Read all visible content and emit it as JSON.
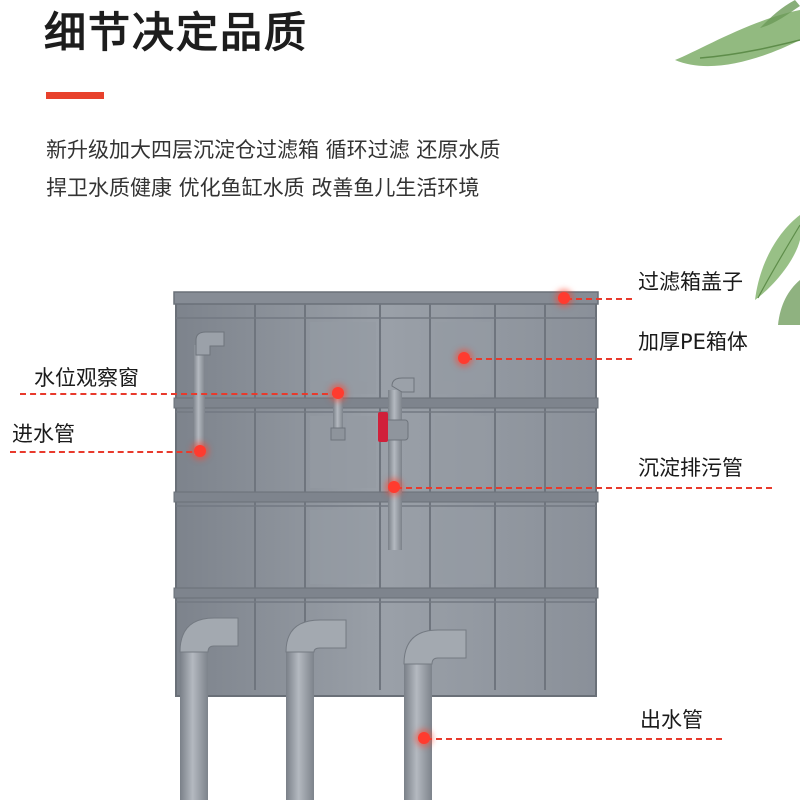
{
  "header": {
    "title": "细节决定品质",
    "accent_color": "#e8412c",
    "desc_line1": "新升级加大四层沉淀仓过滤箱 循环过滤 还原水质",
    "desc_line2": "捍卫水质健康 优化鱼缸水质 改善鱼儿生活环境"
  },
  "callouts": {
    "lid": "过滤箱盖子",
    "body": "加厚PE箱体",
    "window": "水位观察窗",
    "inlet": "进水管",
    "drain": "沉淀排污管",
    "outlet": "出水管",
    "line_color": "#e83a2c"
  },
  "product": {
    "image": "gray-four-layer-pe-filter-box",
    "color": "#8a9099"
  },
  "decor": {
    "image": "green-plant-leaves"
  }
}
